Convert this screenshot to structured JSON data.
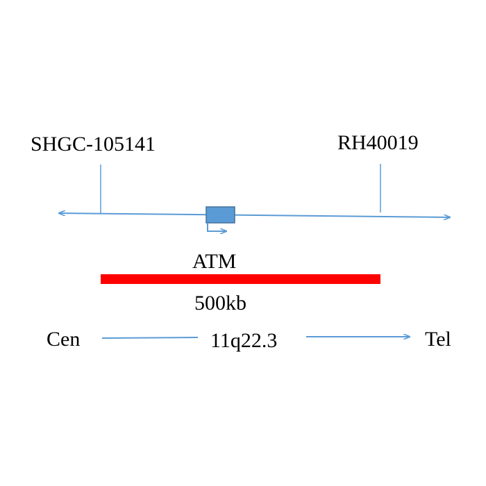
{
  "markers": {
    "left": "SHGC-105141",
    "right": "RH40019"
  },
  "gene": {
    "label": "ATM"
  },
  "scale": {
    "label": "500kb"
  },
  "orientation": {
    "start": "Cen",
    "band": "11q22.3",
    "end": "Tel"
  },
  "colors": {
    "line": "#5b9bd5",
    "gene_fill": "#5b9bd5",
    "gene_stroke": "#41719c",
    "scale_bar": "#ff0000"
  }
}
